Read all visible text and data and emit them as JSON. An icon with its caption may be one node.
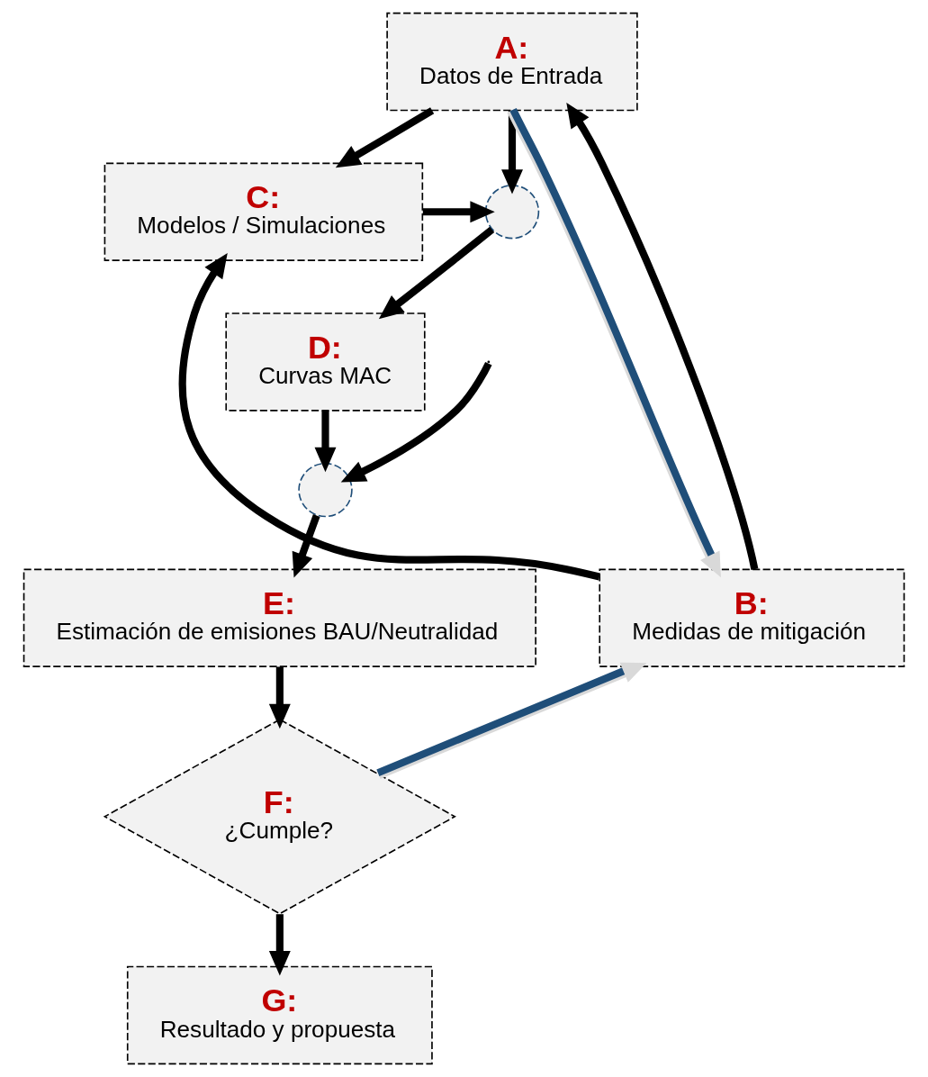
{
  "diagram": {
    "nodes": [
      {
        "text": [
          "A:",
          "Datos de Entrada"
        ]
      },
      {
        "text": [
          "C:",
          "Modelos / Simulaciones"
        ]
      },
      {
        "text": [],
        "shape": "circle"
      },
      {
        "text": [
          "D:",
          "Curvas MAC"
        ]
      },
      {
        "text": [],
        "shape": "circle"
      },
      {
        "text": [
          "B:",
          "Medidas de mitigación"
        ]
      },
      {
        "text": [
          "E:",
          "Estimación de emisiones BAU/Neutralidad"
        ]
      },
      {
        "text": [
          "F:",
          "¿Cumple?"
        ]
      },
      {
        "text": [
          "G:",
          "Resultado y propuesta"
        ]
      }
    ],
    "edges": [
      {
        "from": 0,
        "to": 1,
        "arrow": "to"
      },
      {
        "from": 1,
        "to": 2,
        "arrow": "to"
      },
      {
        "from": 0,
        "to": 2,
        "arrow": "to"
      },
      {
        "from": 2,
        "to": 3,
        "arrow": "to"
      },
      {
        "from": 3,
        "to": 4,
        "arrow": "to"
      },
      {
        "from": null,
        "to": 4,
        "arrow": "to"
      },
      {
        "from": 4,
        "to": 6,
        "arrow": "to"
      },
      {
        "from": 6,
        "to": 7,
        "arrow": "to"
      },
      {
        "from": 7,
        "to": 5,
        "arrow": "to",
        "color": "#d9d9d9"
      },
      {
        "from": 7,
        "to": 8,
        "arrow": "to"
      },
      {
        "from": 5,
        "to": 1,
        "arrow": "to"
      },
      {
        "from": 5,
        "to": 0,
        "arrow": "to"
      },
      {
        "from": 0,
        "to": 5,
        "arrow": "to",
        "color": "#d9d9d9"
      }
    ]
  }
}
